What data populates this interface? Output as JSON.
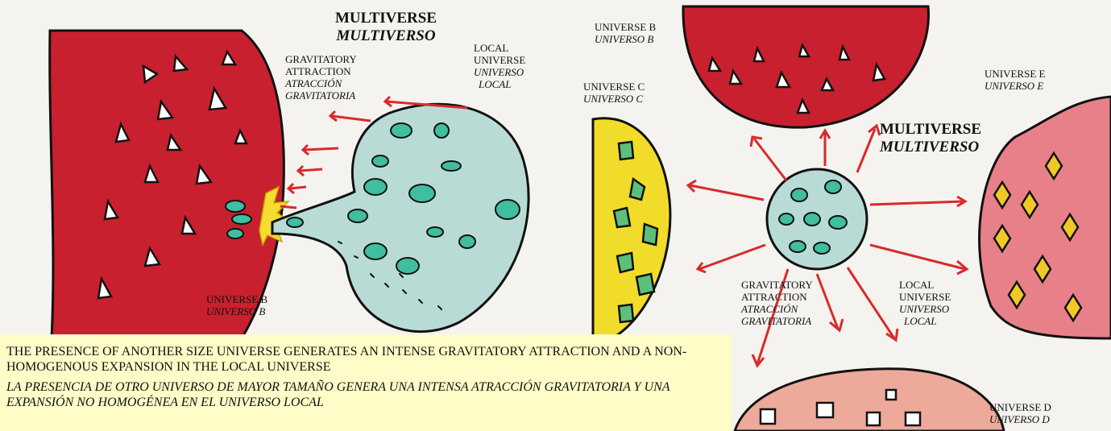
{
  "left_panel": {
    "title": {
      "en": "MULTIVERSE",
      "es": "MULTIVERSO"
    },
    "gravitatory_label": {
      "line1": "GRAVITATORY",
      "line2": "ATTRACTION",
      "es1": "ATRACCIÓN",
      "es2": "GRAVITATORIA"
    },
    "local_universe_label": {
      "line1": "LOCAL",
      "line2": "UNIVERSE",
      "es1": "UNIVERSO",
      "es2": "LOCAL"
    },
    "universe_b_label": {
      "en": "UNIVERSE B",
      "es": "UNIVERSO B"
    }
  },
  "right_panel": {
    "title": {
      "en": "MULTIVERSE",
      "es": "MULTIVERSO"
    },
    "universe_b_label": {
      "en": "UNIVERSE B",
      "es": "UNIVERSO B"
    },
    "universe_c_label": {
      "en": "UNIVERSE C",
      "es": "UNIVERSO C"
    },
    "universe_d_label": {
      "en": "UNIVERSE D",
      "es": "UNIVERSO D"
    },
    "universe_e_label": {
      "en": "UNIVERSE E",
      "es": "UNIVERSO E"
    },
    "gravitatory_label": {
      "line1": "GRAVITATORY",
      "line2": "ATTRACTION",
      "es1": "ATRACCIÓN",
      "es2": "GRAVITATORIA"
    },
    "local_universe_label": {
      "line1": "LOCAL",
      "line2": "UNIVERSE",
      "es1": "UNIVERSO",
      "es2": "LOCAL"
    }
  },
  "caption": {
    "en": "THE PRESENCE OF ANOTHER SIZE UNIVERSE GENERATES AN INTENSE GRAVITATORY ATTRACTION AND A NON-HOMOGENOUS EXPANSION IN THE LOCAL UNIVERSE",
    "es": "LA PRESENCIA DE OTRO UNIVERSO DE MAYOR TAMAÑO GENERA UNA INTENSA ATRACCIÓN GRAVITATORIA Y UNA EXPANSIÓN NO HOMOGÉNEA EN EL UNIVERSO LOCAL"
  },
  "colors": {
    "red_universe": "#c8202e",
    "local_universe": "#b9dbd6",
    "local_spots": "#3fbea0",
    "yellow_universe": "#f2dc2a",
    "green_shapes": "#5cc07a",
    "pink_universe": "#e8808a",
    "diamond_yellow": "#f0c828",
    "peach_universe": "#eda99a",
    "arrow_red": "#d92a2a",
    "caption_bg": "#fffcc8"
  }
}
